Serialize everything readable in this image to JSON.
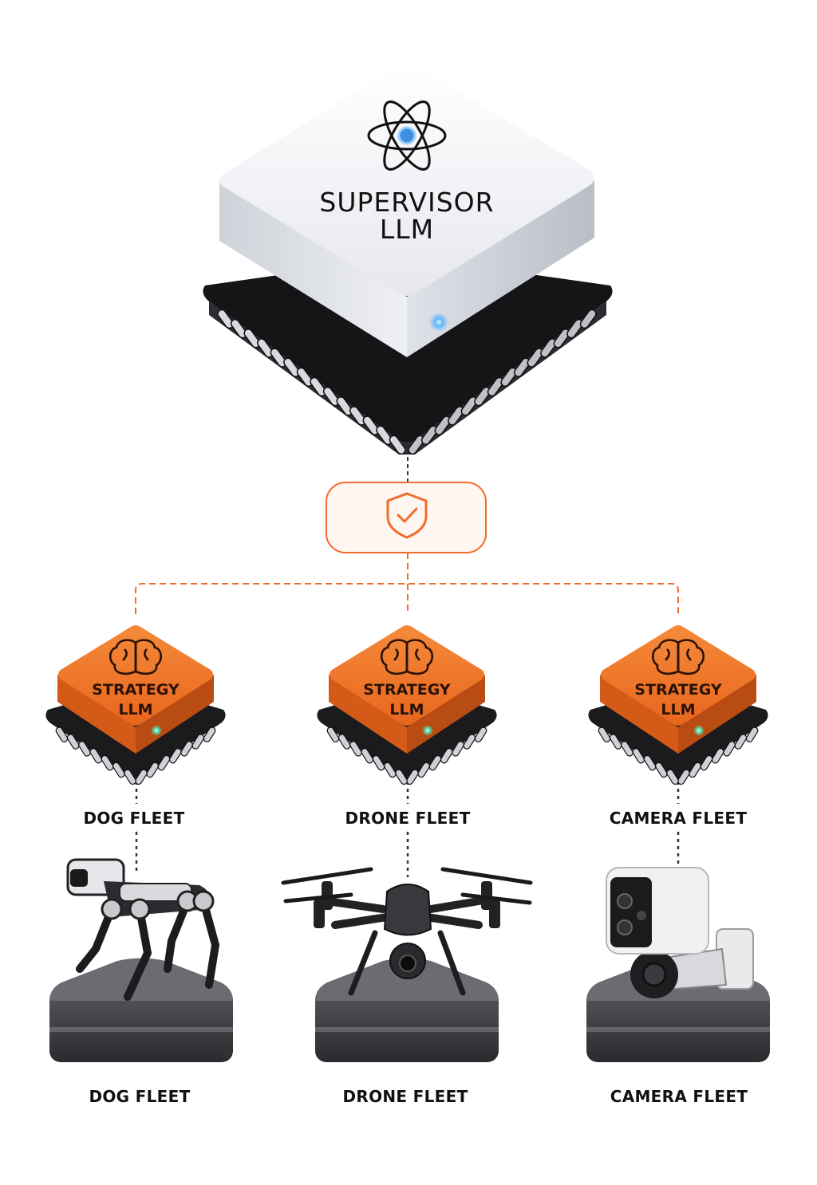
{
  "supervisor": {
    "title_line1": "SUPERVISOR",
    "title_line2": "LLM",
    "icon": "atom-icon"
  },
  "guard": {
    "icon": "shield-check-icon"
  },
  "strategy_nodes": [
    {
      "line1": "STRATEGY",
      "line2": "LLM",
      "fleet_label": "DOG FLEET",
      "device_label": "DOG FLEET",
      "icon": "brain-icon",
      "device": "robot-dog"
    },
    {
      "line1": "STRATEGY",
      "line2": "LLM",
      "fleet_label": "DRONE FLEET",
      "device_label": "DRONE FLEET",
      "icon": "brain-icon",
      "device": "drone"
    },
    {
      "line1": "STRATEGY",
      "line2": "LLM",
      "fleet_label": "CAMERA FLEET",
      "device_label": "CAMERA FLEET",
      "icon": "brain-icon",
      "device": "security-camera"
    }
  ],
  "colors": {
    "accent": "#f26b2a",
    "chip_base": "#1b1b1d",
    "supervisor_top": "#f3f4f7",
    "strategy_top": "#f07a2a",
    "led_blue": "#5fb8ff",
    "led_green": "#4fe3b0"
  }
}
